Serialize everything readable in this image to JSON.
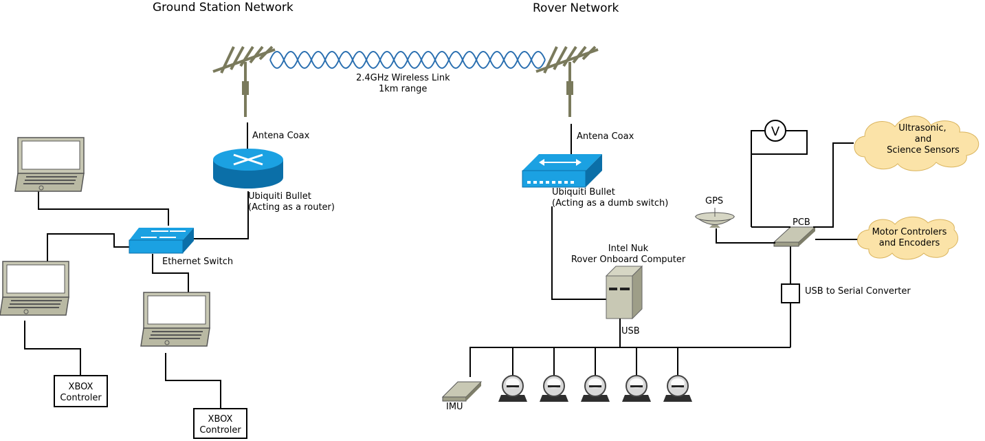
{
  "titles": {
    "ground": "Ground Station Network",
    "rover": "Rover Network"
  },
  "wireless": {
    "line1": "2.4GHz Wireless Link",
    "line2": "1km range"
  },
  "ground": {
    "antenna_label": "Antena Coax",
    "router_line1": "Ubiquiti Bullet",
    "router_line2": "(Acting as a router)",
    "switch_label": "Ethernet Switch",
    "xbox1_line1": "XBOX",
    "xbox1_line2": "Controler",
    "xbox2_line1": "XBOX",
    "xbox2_line2": "Controler"
  },
  "rover": {
    "antenna_label": "Antena Coax",
    "switch_line1": "Ubiquiti Bullet",
    "switch_line2": "(Acting as a dumb switch)",
    "computer_line1": "Intel Nuk",
    "computer_line2": "Rover Onboard Computer",
    "usb_label": "USB",
    "imu_label": "IMU",
    "gps_label": "GPS",
    "pcb_label": "PCB",
    "converter_label": "USB to Serial Converter",
    "meter_symbol": "V",
    "cloud1_line1": "Ultrasonic,",
    "cloud1_line2": "and",
    "cloud1_line3": "Science Sensors",
    "cloud2_line1": "Motor Controlers",
    "cloud2_line2": "and Encoders"
  },
  "colors": {
    "device_blue": "#1ba1e2",
    "device_blue_dark": "#0b6fa8",
    "antenna": "#7a7a5c",
    "wave": "#2a6fb0",
    "beige": "#c8c8b4",
    "cloud": "#fbe3a8"
  }
}
